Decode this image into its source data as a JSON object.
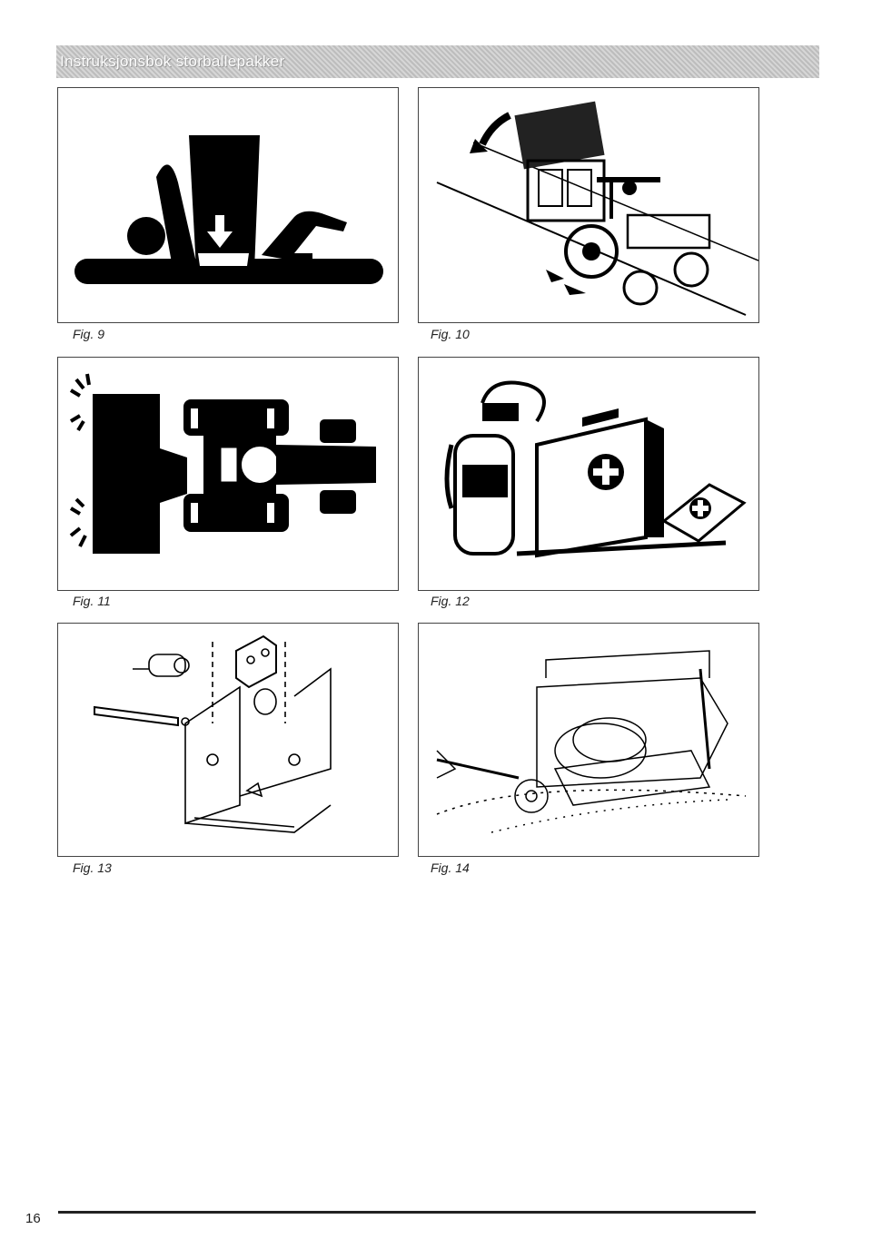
{
  "header": {
    "title": "Instruksjonsbok storballepakker"
  },
  "figures": [
    {
      "caption": "Fig. 9"
    },
    {
      "caption": "Fig. 10"
    },
    {
      "caption": "Fig. 11"
    },
    {
      "caption": "Fig. 12"
    },
    {
      "caption": "Fig. 13"
    },
    {
      "caption": "Fig. 14"
    }
  ],
  "footer": {
    "page_number": "16"
  }
}
